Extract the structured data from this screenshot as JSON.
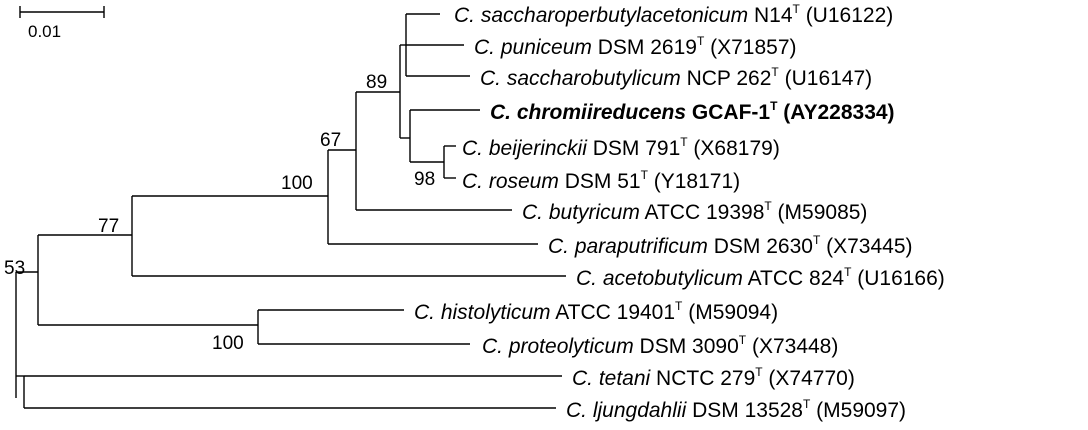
{
  "scale_bar": {
    "label": "0.01"
  },
  "leaves": [
    {
      "genus": "C.",
      "species": "saccharoperbutylacetonicum",
      "strain": "N14",
      "type_mark": "T",
      "accession": "(U16122)",
      "bold": false
    },
    {
      "genus": "C.",
      "species": "puniceum",
      "strain": "DSM 2619",
      "type_mark": "T",
      "accession": "(X71857)",
      "bold": false
    },
    {
      "genus": "C.",
      "species": "saccharobutylicum",
      "strain": "NCP 262",
      "type_mark": "T",
      "accession": "(U16147)",
      "bold": false
    },
    {
      "genus": "C.",
      "species": "chromiireducens",
      "strain": "GCAF-1",
      "type_mark": "T",
      "accession": "(AY228334)",
      "bold": true
    },
    {
      "genus": "C.",
      "species": "beijerinckii",
      "strain": "DSM 791",
      "type_mark": "T",
      "accession": "(X68179)",
      "bold": false
    },
    {
      "genus": "C.",
      "species": "roseum",
      "strain": "DSM 51",
      "type_mark": "T",
      "accession": "(Y18171)",
      "bold": false
    },
    {
      "genus": "C.",
      "species": "butyricum",
      "strain": "ATCC 19398",
      "type_mark": "T",
      "accession": "(M59085)",
      "bold": false
    },
    {
      "genus": "C.",
      "species": "paraputrificum",
      "strain": "DSM 2630",
      "type_mark": "T",
      "accession": "(X73445)",
      "bold": false
    },
    {
      "genus": "C.",
      "species": "acetobutylicum",
      "strain": "ATCC 824",
      "type_mark": "T",
      "accession": "(U16166)",
      "bold": false
    },
    {
      "genus": "C.",
      "species": "histolyticum",
      "strain": "ATCC 19401",
      "type_mark": "T",
      "accession": "(M59094)",
      "bold": false
    },
    {
      "genus": "C.",
      "species": "proteolyticum",
      "strain": "DSM 3090",
      "type_mark": "T",
      "accession": "(X73448)",
      "bold": false
    },
    {
      "genus": "C.",
      "species": "tetani",
      "strain": "NCTC 279",
      "type_mark": "T",
      "accession": "(X74770)",
      "bold": false
    },
    {
      "genus": "C.",
      "species": "ljungdahlii",
      "strain": "DSM 13528",
      "type_mark": "T",
      "accession": "(M59097)",
      "bold": false
    }
  ],
  "bootstrap_values": {
    "n89": "89",
    "n67": "67",
    "n100a": "100",
    "n77": "77",
    "n53": "53",
    "n98": "98",
    "n100b": "100"
  }
}
